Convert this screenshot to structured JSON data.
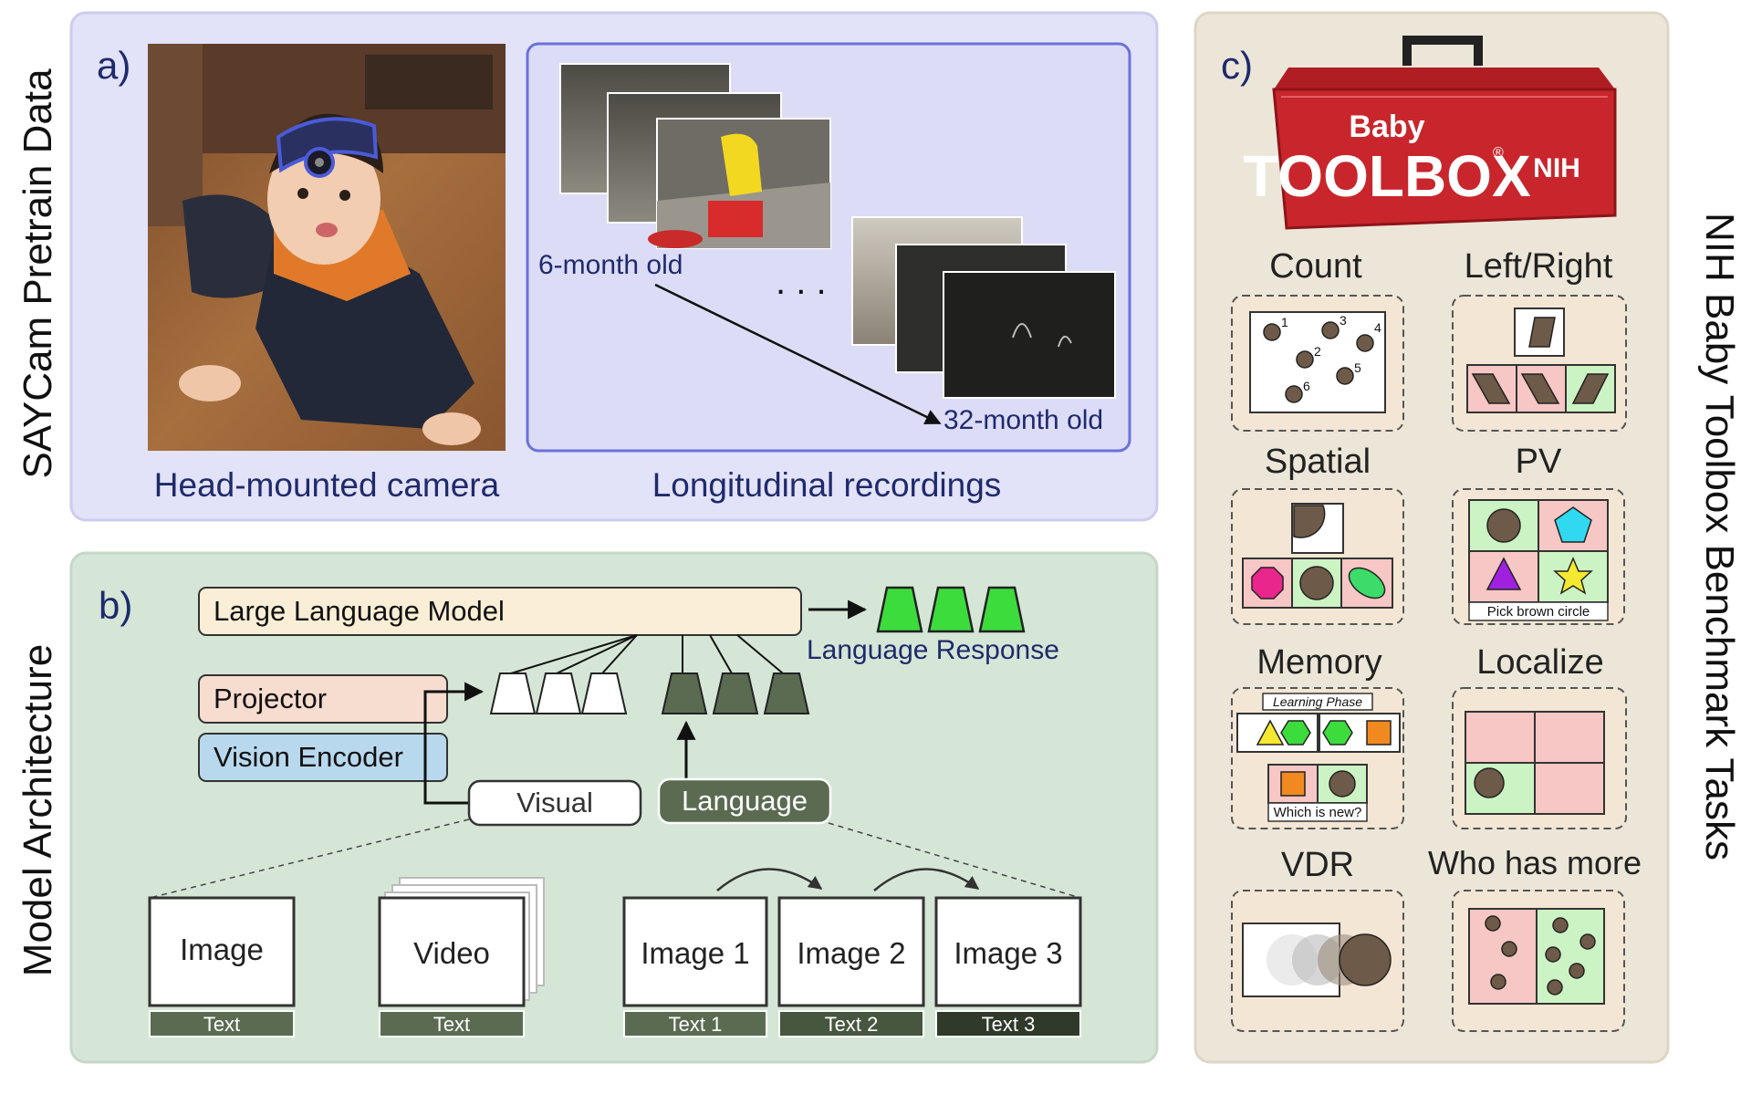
{
  "panel_a": {
    "side_label": "SAYCam  Pretrain Data",
    "letter": "a)",
    "caption_left": "Head-mounted camera",
    "caption_right": "Longitudinal recordings",
    "age_start": "6-month old",
    "age_end": "32-month old",
    "ellipsis": ". . ."
  },
  "panel_b": {
    "side_label": "Model Architecture",
    "letter": "b)",
    "llm": "Large Language Model",
    "projector": "Projector",
    "vision_encoder": "Vision Encoder",
    "visual": "Visual",
    "language": "Language",
    "response": "Language Response",
    "inputs": [
      {
        "title": "Image",
        "text": "Text"
      },
      {
        "title": "Video",
        "text": "Text"
      },
      {
        "title": "Image 1",
        "text": "Text 1"
      },
      {
        "title": "Image 2",
        "text": "Text 2"
      },
      {
        "title": "Image 3",
        "text": "Text 3"
      }
    ]
  },
  "panel_c": {
    "side_label": "NIH Baby Toolbox Benchmark Tasks",
    "letter": "c)",
    "logo": {
      "baby": "Baby",
      "toolbox": "TOOLBOX",
      "nih": "NIH",
      "reg": "®"
    },
    "tasks": [
      "Count",
      "Left/Right",
      "Spatial",
      "PV",
      "Memory",
      "Localize",
      "VDR",
      "Who has more"
    ],
    "count_numbers": [
      "1",
      "2",
      "3",
      "4",
      "5",
      "6"
    ],
    "pv_caption": "Pick brown circle",
    "memory_phase": "Learning Phase",
    "memory_question": "Which is new?"
  },
  "colors": {
    "panel_a_bg": "#e2e2f8",
    "panel_b_bg": "#d5e6d6",
    "panel_c_bg": "#ece6d8",
    "llm_fill": "#fbeed6",
    "projector_fill": "#f7dcd0",
    "encoder_fill": "#b8d8ee",
    "token_dark": "#5a6b52",
    "token_green": "#3ddc3d",
    "text_navy": "#1f2a6b",
    "toolbox_red": "#c8262c"
  }
}
